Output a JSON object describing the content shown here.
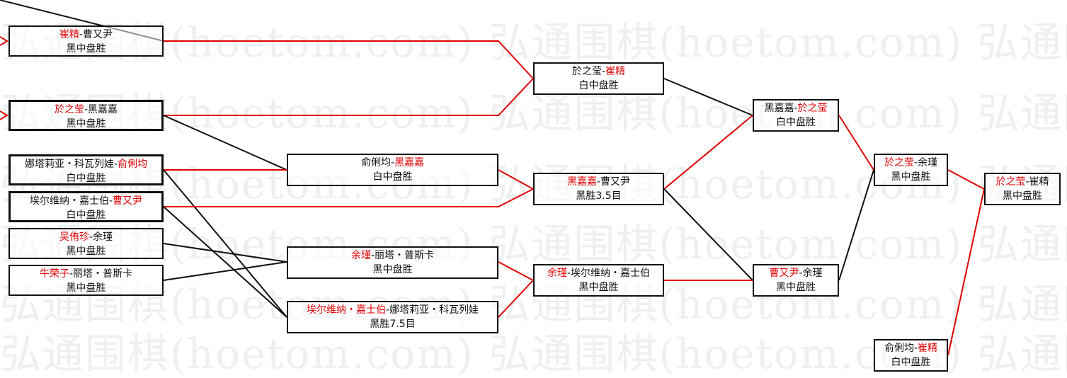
{
  "watermark": "弘通围棋(hoetom.com) 弘通围棋(hoetom.com) 弘通围棋(hoetom.com)",
  "colors": {
    "winner": "#e00000",
    "line_black": "#111111",
    "line_red": "#e00000"
  },
  "round1": [
    {
      "p1": "崔精",
      "sep": "-",
      "p2": "曹又尹",
      "winner": 1,
      "result": "黑中盘胜"
    },
    {
      "p1": "於之莹",
      "sep": "-",
      "p2": "黑嘉嘉",
      "winner": 1,
      "result": "黑中盘胜"
    },
    {
      "p1": "娜塔莉亚・科瓦列娃",
      "sep": "-",
      "p2": "俞俐均",
      "winner": 2,
      "result": "白中盘胜"
    },
    {
      "p1": "埃尔维纳・嘉士伯",
      "sep": "-",
      "p2": "曹又尹",
      "winner": 2,
      "result": "白中盘胜"
    },
    {
      "p1": "吴侑珍",
      "sep": "-",
      "p2": "余瑾",
      "winner": 1,
      "result": "黑中盘胜"
    },
    {
      "p1": "牛荣子",
      "sep": "-",
      "p2": "丽塔・普斯卡",
      "winner": 1,
      "result": "黑中盘胜"
    }
  ],
  "round2": [
    {
      "p1": "俞俐均",
      "sep": "-",
      "p2": "黑嘉嘉",
      "winner": 2,
      "result": "白中盘胜"
    },
    {
      "p1": "余瑾",
      "sep": "-",
      "p2": "丽塔・普斯卡",
      "winner": 1,
      "result": "黑中盘胜"
    },
    {
      "p1": "埃尔维纳・嘉士伯",
      "sep": "-",
      "p2": "娜塔莉亚・科瓦列娃",
      "winner": 1,
      "result": "黑胜7.5目"
    }
  ],
  "round3": [
    {
      "p1": "於之莹",
      "sep": "-",
      "p2": "崔精",
      "winner": 2,
      "result": "白中盘胜"
    },
    {
      "p1": "黑嘉嘉",
      "sep": "-",
      "p2": "曹又尹",
      "winner": 1,
      "result": "黑胜3.5目"
    },
    {
      "p1": "余瑾",
      "sep": "-",
      "p2": "埃尔维纳・嘉士伯",
      "winner": 1,
      "result": "黑中盘胜"
    }
  ],
  "round4": [
    {
      "p1": "黑嘉嘉",
      "sep": "-",
      "p2": "於之莹",
      "winner": 2,
      "result": "白中盘胜"
    },
    {
      "p1": "曹又尹",
      "sep": "-",
      "p2": "余瑾",
      "winner": 1,
      "result": "黑中盘胜"
    }
  ],
  "round5": [
    {
      "p1": "於之莹",
      "sep": "-",
      "p2": "余瑾",
      "winner": 1,
      "result": "黑中盘胜"
    },
    {
      "p1": "俞俐均",
      "sep": "-",
      "p2": "崔精",
      "winner": 2,
      "result": "白中盘胜"
    }
  ],
  "final": [
    {
      "p1": "於之莹",
      "sep": "-",
      "p2": "崔精",
      "winner": 1,
      "result": "黑中盘胜"
    }
  ]
}
